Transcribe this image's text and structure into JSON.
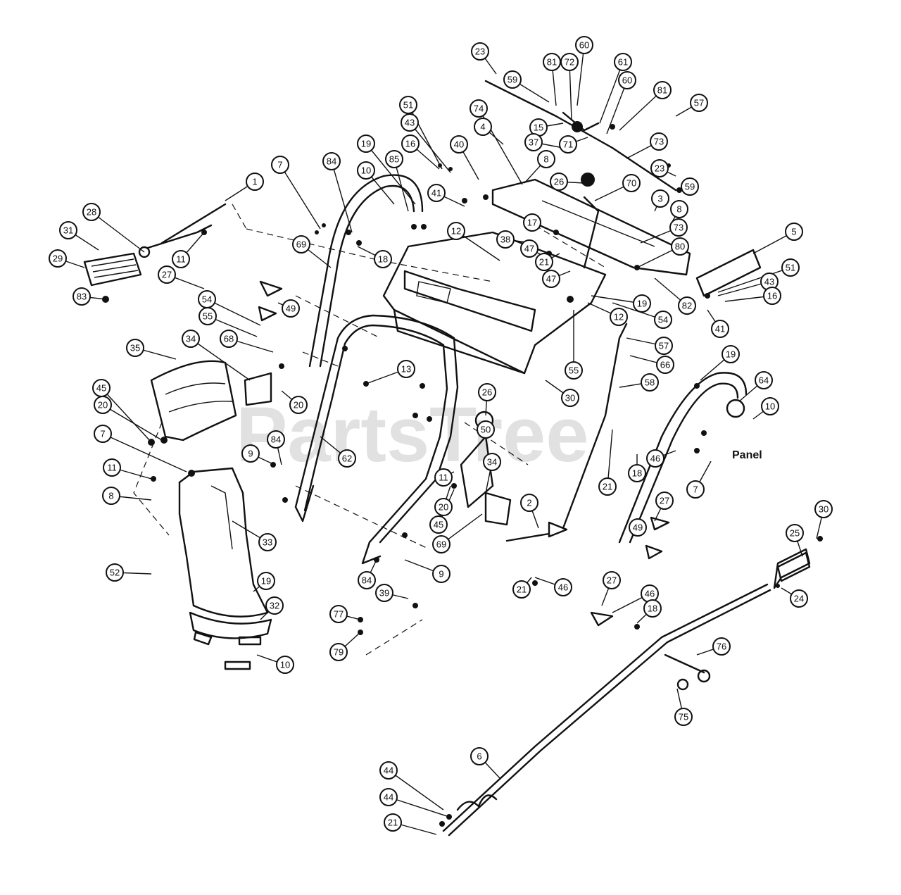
{
  "watermark": "PartsTree",
  "panel_label": "Panel",
  "callouts": [
    {
      "label": "23"
    },
    {
      "label": "81"
    },
    {
      "label": "72"
    },
    {
      "label": "60"
    },
    {
      "label": "61"
    },
    {
      "label": "60"
    },
    {
      "label": "59"
    },
    {
      "label": "15"
    },
    {
      "label": "81"
    },
    {
      "label": "57"
    },
    {
      "label": "51"
    },
    {
      "label": "74"
    },
    {
      "label": "43"
    },
    {
      "label": "4"
    },
    {
      "label": "16"
    },
    {
      "label": "40"
    },
    {
      "label": "37"
    },
    {
      "label": "71"
    },
    {
      "label": "73"
    },
    {
      "label": "23"
    },
    {
      "label": "19"
    },
    {
      "label": "85"
    },
    {
      "label": "10"
    },
    {
      "label": "8"
    },
    {
      "label": "26"
    },
    {
      "label": "59"
    },
    {
      "label": "7"
    },
    {
      "label": "84"
    },
    {
      "label": "1"
    },
    {
      "label": "41"
    },
    {
      "label": "70"
    },
    {
      "label": "3"
    },
    {
      "label": "8"
    },
    {
      "label": "28"
    },
    {
      "label": "12"
    },
    {
      "label": "17"
    },
    {
      "label": "73"
    },
    {
      "label": "5"
    },
    {
      "label": "31"
    },
    {
      "label": "69"
    },
    {
      "label": "38"
    },
    {
      "label": "47"
    },
    {
      "label": "80"
    },
    {
      "label": "29"
    },
    {
      "label": "11"
    },
    {
      "label": "18"
    },
    {
      "label": "21"
    },
    {
      "label": "47"
    },
    {
      "label": "51"
    },
    {
      "label": "43"
    },
    {
      "label": "16"
    },
    {
      "label": "83"
    },
    {
      "label": "19"
    },
    {
      "label": "82"
    },
    {
      "label": "12"
    },
    {
      "label": "27"
    },
    {
      "label": "49"
    },
    {
      "label": "54"
    },
    {
      "label": "41"
    },
    {
      "label": "54"
    },
    {
      "label": "55"
    },
    {
      "label": "68"
    },
    {
      "label": "57"
    },
    {
      "label": "35"
    },
    {
      "label": "34"
    },
    {
      "label": "66"
    },
    {
      "label": "13"
    },
    {
      "label": "55"
    },
    {
      "label": "19"
    },
    {
      "label": "30"
    },
    {
      "label": "58"
    },
    {
      "label": "45"
    },
    {
      "label": "20"
    },
    {
      "label": "26"
    },
    {
      "label": "64"
    },
    {
      "label": "20"
    },
    {
      "label": "10"
    },
    {
      "label": "7"
    },
    {
      "label": "50"
    },
    {
      "label": "84"
    },
    {
      "label": "62"
    },
    {
      "label": "11"
    },
    {
      "label": "34"
    },
    {
      "label": "9"
    },
    {
      "label": "46"
    },
    {
      "label": "18"
    },
    {
      "label": "21"
    },
    {
      "label": "11"
    },
    {
      "label": "7"
    },
    {
      "label": "8"
    },
    {
      "label": "2"
    },
    {
      "label": "20"
    },
    {
      "label": "27"
    },
    {
      "label": "45"
    },
    {
      "label": "49"
    },
    {
      "label": "33"
    },
    {
      "label": "69"
    },
    {
      "label": "30"
    },
    {
      "label": "52"
    },
    {
      "label": "25"
    },
    {
      "label": "84"
    },
    {
      "label": "9"
    },
    {
      "label": "21"
    },
    {
      "label": "46"
    },
    {
      "label": "19"
    },
    {
      "label": "27"
    },
    {
      "label": "46"
    },
    {
      "label": "24"
    },
    {
      "label": "39"
    },
    {
      "label": "32"
    },
    {
      "label": "18"
    },
    {
      "label": "77"
    },
    {
      "label": "76"
    },
    {
      "label": "79"
    },
    {
      "label": "10"
    },
    {
      "label": "75"
    },
    {
      "label": "6"
    },
    {
      "label": "44"
    },
    {
      "label": "44"
    },
    {
      "label": "21"
    }
  ]
}
